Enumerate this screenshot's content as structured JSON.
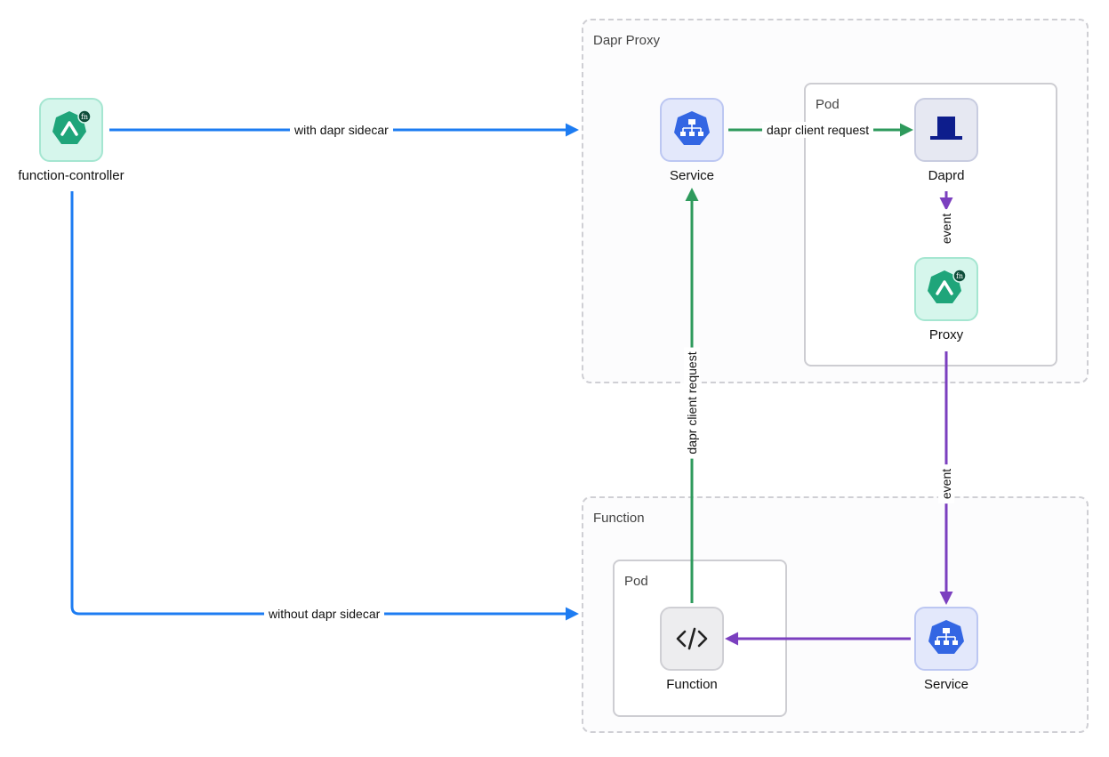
{
  "groups": {
    "dapr_proxy": {
      "label": "Dapr Proxy"
    },
    "function": {
      "label": "Function"
    }
  },
  "pods": {
    "proxy_pod": {
      "label": "Pod"
    },
    "function_pod": {
      "label": "Pod"
    }
  },
  "nodes": {
    "function_controller": {
      "label": "function-controller",
      "icon": "openfunction-icon"
    },
    "proxy_service": {
      "label": "Service",
      "icon": "kubernetes-service-icon"
    },
    "daprd": {
      "label": "Daprd",
      "icon": "dapr-icon"
    },
    "proxy": {
      "label": "Proxy",
      "icon": "openfunction-icon"
    },
    "function": {
      "label": "Function",
      "icon": "code-icon"
    },
    "function_service": {
      "label": "Service",
      "icon": "kubernetes-service-icon"
    }
  },
  "edges": {
    "with_dapr": "with dapr sidecar",
    "without_dapr": "without dapr sidecar",
    "svc_to_daprd": "dapr client request",
    "daprd_to_proxy": "event",
    "proxy_to_service": "event",
    "function_to_svc": "dapr client request"
  },
  "colors": {
    "blue": "#1d7cf2",
    "green": "#2e9a5c",
    "purple": "#7b3fbf"
  }
}
